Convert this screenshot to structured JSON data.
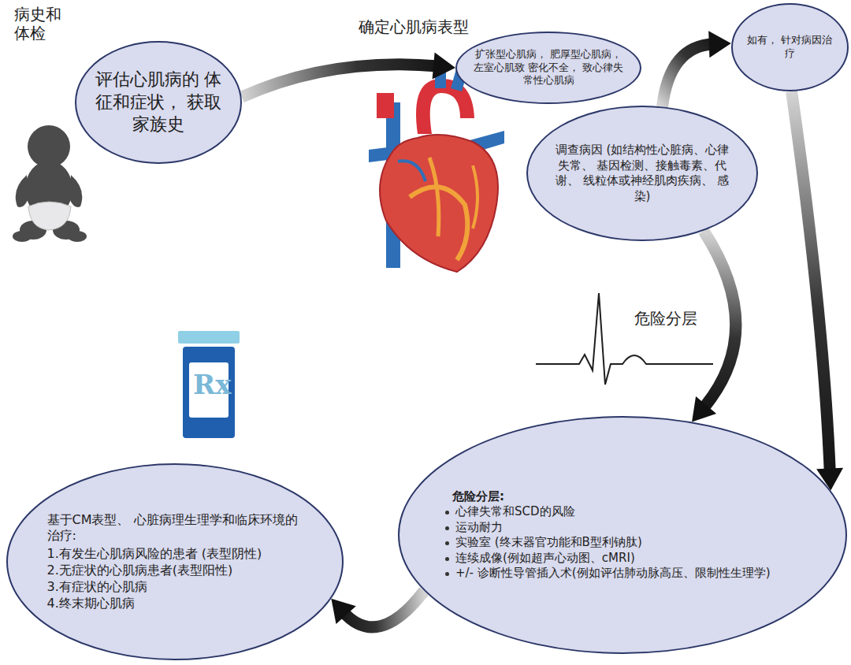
{
  "diagram": {
    "nodes": [
      {
        "text": [
          "评估心肌病的 体征和症状， 获取家族史"
        ]
      },
      {
        "text": [
          "扩张型心肌病， 肥厚型心肌病，左室心肌致 密化不全， 致心律失常性心肌病"
        ]
      },
      {
        "text": [
          "如有， 针对病因治疗"
        ]
      },
      {
        "text": [
          "调查病因 (如结构性心脏病、心律失常、 基因检测、接触毒素、代谢、 线粒体或神经肌肉疾病、 感染)"
        ]
      },
      {
        "text": [
          "危险分层:",
          "心律失常和SCD的风险",
          "运动耐力",
          "实验室 (终末器官功能和B型利钠肽)",
          "连续成像(例如超声心动图、cMRI)",
          "+/- 诊断性导管插入术(例如评估肺动脉高压、限制性生理学)"
        ]
      },
      {
        "text": [
          "基于CM表型、 心脏病理生理学和临床环境的治疗:",
          "1.有发生心肌病风险的患者 (表型阴性)",
          "2.无症状的心肌病患者(表型阳性)",
          "3.有症状的心肌病",
          "4.终末期心肌病"
        ]
      }
    ],
    "edges": [
      {
        "from": 0,
        "to": 1,
        "arrow": "to"
      },
      {
        "from": 3,
        "to": 2,
        "arrow": "to"
      },
      {
        "from": 3,
        "to": 4,
        "arrow": "to"
      },
      {
        "from": 2,
        "to": 4,
        "arrow": "to"
      },
      {
        "from": 4,
        "to": 5,
        "arrow": "to"
      }
    ],
    "labels": [
      "病史和 体检",
      "确定心肌病表型",
      "危险分层",
      "Rx"
    ]
  }
}
